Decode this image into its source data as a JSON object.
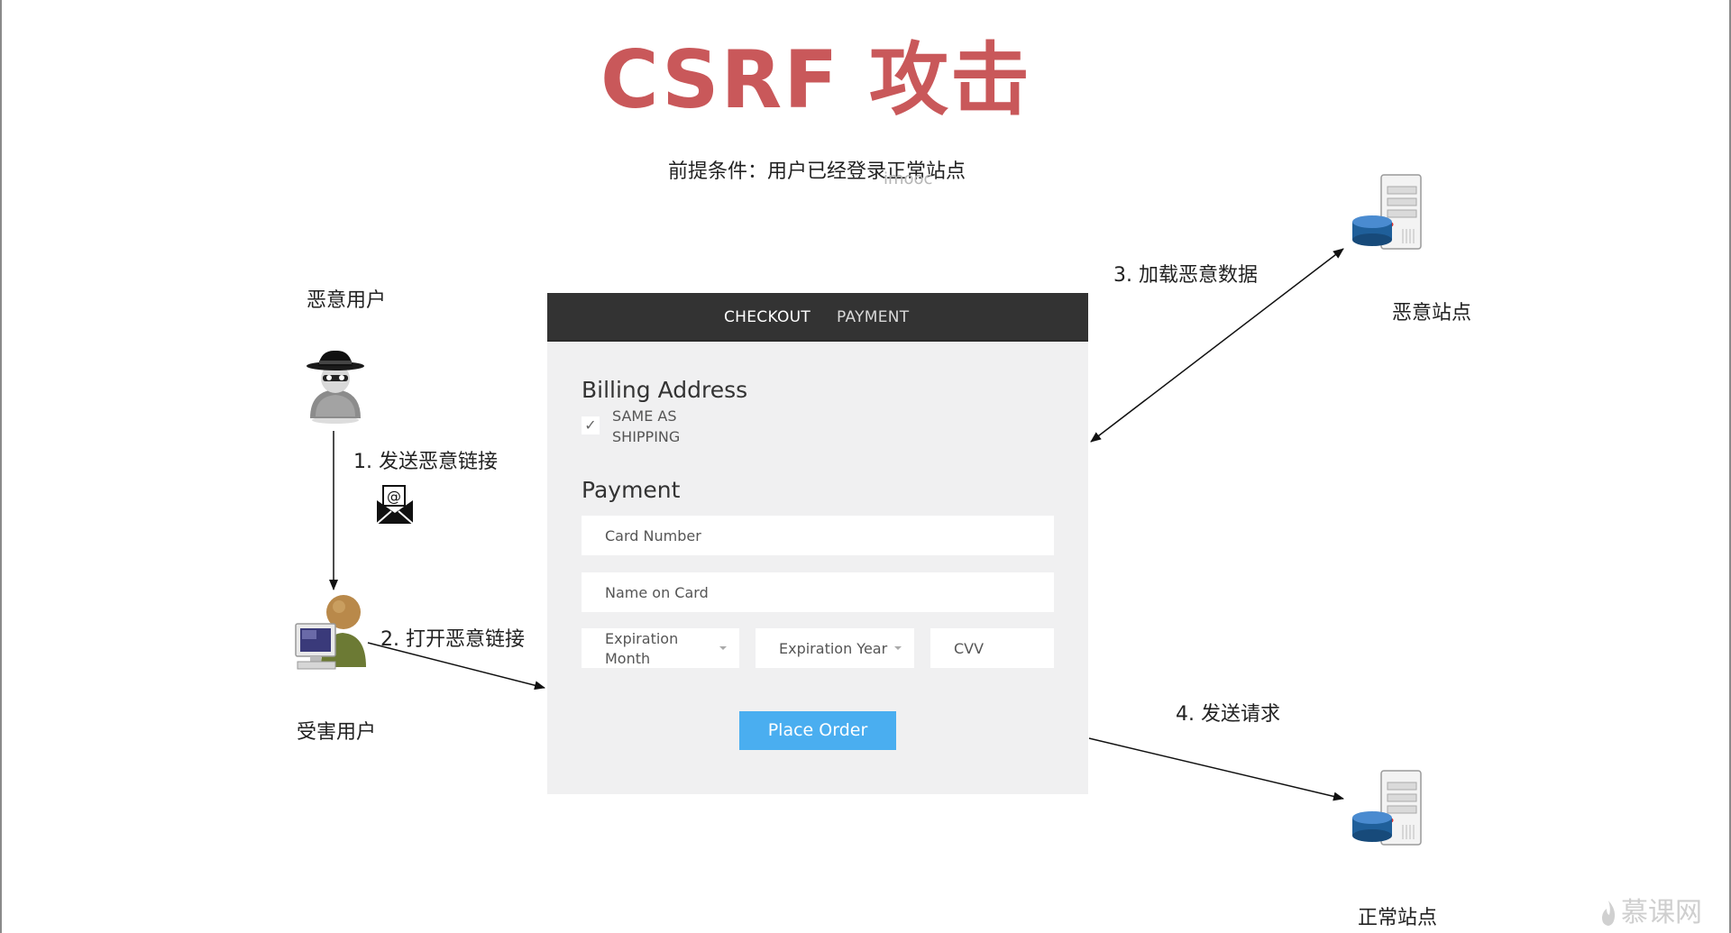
{
  "title": "CSRF 攻击",
  "precondition": "前提条件：用户已经登录正常站点",
  "watermark": "imooc",
  "actors": {
    "malicious_user": "恶意用户",
    "victim_user": "受害用户",
    "malicious_site": "恶意站点",
    "normal_site": "正常站点"
  },
  "steps": {
    "step1": "1. 发送恶意链接",
    "step2": "2. 打开恶意链接",
    "step3": "3. 加载恶意数据",
    "step4": "4. 发送请求"
  },
  "checkout": {
    "tabs": [
      "CHECKOUT",
      "PAYMENT"
    ],
    "billing_title": "Billing Address",
    "same_as_shipping": "SAME AS SHIPPING",
    "payment_title": "Payment",
    "card_number_placeholder": "Card Number",
    "name_on_card_placeholder": "Name on Card",
    "expiration_month_placeholder": "Expiration Month",
    "expiration_year_placeholder": "Expiration Year",
    "cvv_placeholder": "CVV",
    "place_order": "Place Order",
    "button_color": "#4aaef0"
  },
  "icons": [
    "spy-icon",
    "email-icon",
    "computer-user-icon",
    "server-icon"
  ],
  "brand": "慕课网"
}
